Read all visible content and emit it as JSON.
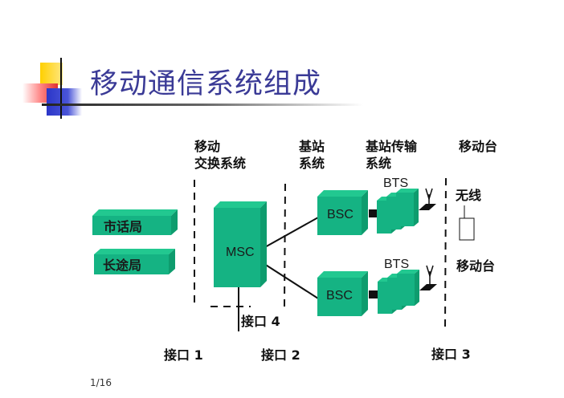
{
  "slide": {
    "title": "移动通信系统组成",
    "page_number": "1/16"
  },
  "headers": {
    "msc_line1": "移动",
    "msc_line2": "交换系统",
    "bss_line1": "基站",
    "bss_line2": "系统",
    "bts_line1": "基站传输",
    "bts_line2": "系统",
    "ms": "移动台"
  },
  "nodes": {
    "local_exchange": "市话局",
    "toll_exchange": "长途局",
    "msc": "MSC",
    "bsc_top": "BSC",
    "bsc_bottom": "BSC",
    "bts_top": "BTS",
    "bts_bottom": "BTS",
    "wireless": "无线",
    "mobile_station": "移动台"
  },
  "interfaces": {
    "if1": "接口 1",
    "if2": "接口 2",
    "if3": "接口 3",
    "if4": "接口 4"
  },
  "colors": {
    "box_front": "#15b383",
    "box_top": "#22c890",
    "box_side": "#0e9c6e",
    "title": "#3a3a96"
  }
}
